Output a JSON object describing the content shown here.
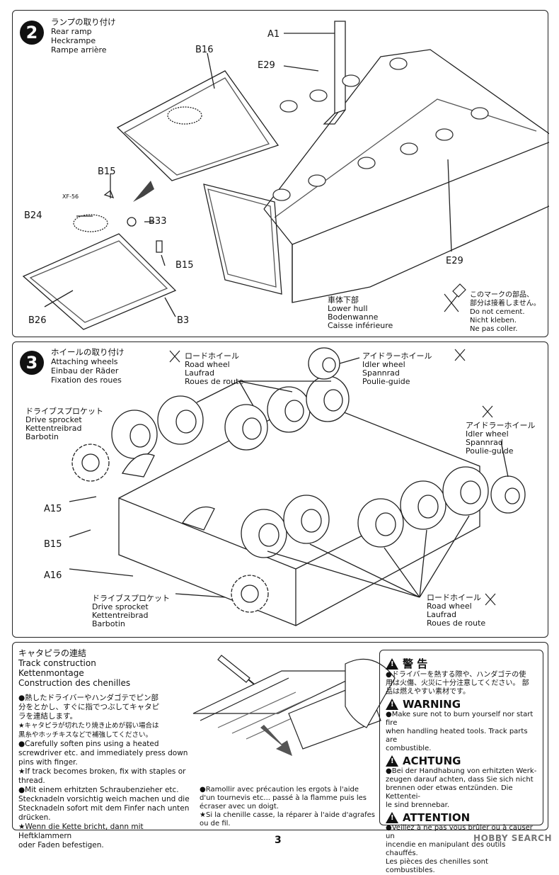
{
  "step2": {
    "number": "2",
    "title_jp": "ランプの取り付け",
    "title_en": "Rear ramp",
    "title_de": "Heckrampe",
    "title_fr": "Rampe arrière",
    "parts": [
      "A1",
      "E29",
      "B16",
      "B15",
      "XF-56",
      "B24",
      "B33",
      "B15",
      "B26",
      "B3",
      "E29"
    ],
    "hull_label": [
      "車体下部",
      "Lower hull",
      "Bodenwanne",
      "Caisse inférieure"
    ],
    "nocement_note": [
      "このマークの部品、",
      "部分は接着しません。",
      "Do not cement.",
      "Nicht kleben.",
      "Ne pas coller."
    ]
  },
  "step3": {
    "number": "3",
    "title_jp": "ホイールの取り付け",
    "title_en": "Attaching wheels",
    "title_de": "Einbau der Räder",
    "title_fr": "Fixation des roues",
    "road_wheel_top": [
      "ロードホイール",
      "Road wheel",
      "Laufrad",
      "Roues de route"
    ],
    "idler_top": [
      "アイドラーホイール",
      "Idler wheel",
      "Spannrad",
      "Poulie-guide"
    ],
    "idler_right": [
      "アイドラーホイール",
      "Idler wheel",
      "Spannrad",
      "Poulie-guide"
    ],
    "sprocket_left": [
      "ドライブスプロケット",
      "Drive sprocket",
      "Kettentreibrad",
      "Barbotin"
    ],
    "sprocket_bottom": [
      "ドライブスプロケット",
      "Drive sprocket",
      "Kettentreibrad",
      "Barbotin"
    ],
    "road_wheel_bottom": [
      "ロードホイール",
      "Road wheel",
      "Laufrad",
      "Roues de route"
    ],
    "parts": [
      "A15",
      "B15",
      "A16"
    ]
  },
  "track": {
    "title_jp": "キャタピラの連結",
    "title_en": "Track construction",
    "title_de": "Kettenmontage",
    "title_fr": "Construction des chenilles",
    "col1": [
      "●熱したドライバーやハンダゴテでピン部",
      "分をとかし、すぐに指でつぶしてキャタピ",
      "ラを連結します。",
      "★キャタピラが切れたり焼き止めが弱い場合は",
      "黒糸やホッチキスなどで補強してください。",
      "●Carefully soften pins using a heated",
      "screwdriver etc. and immediately press down",
      "pins with finger.",
      "★If track becomes broken, fix with staples or",
      "thread.",
      "●Mit einem erhitzten Schraubenzieher etc.",
      "Stecknadeln vorsichtig weich machen und die",
      "Stecknadeln sofort mit dem Finfer nach unten",
      "drücken.",
      "★Wenn die Kette bricht, dann mit Heftklammern",
      "oder Faden befestigen."
    ],
    "col2": [
      "●Ramollir avec précaution les ergots à l'aide",
      "d'un tournevis etc... passé à la flamme puis les",
      "écraser avec un doigt.",
      "★Si la chenille casse, la réparer à l'aide d'agrafes",
      "ou de fil."
    ]
  },
  "warnings": [
    {
      "head": "警 告",
      "text": [
        "●ドライバーを熱する際や、ハンダゴテの使",
        "用は火傷、火災に十分注意してください。 部",
        "品は燃えやすい素材です。"
      ]
    },
    {
      "head": "WARNING",
      "text": [
        "●Make sure not to burn yourself nor start fire",
        "when handling heated tools. Track parts are",
        "combustible."
      ]
    },
    {
      "head": "ACHTUNG",
      "text": [
        "●Bei der Handhabung von erhitzten Werk-",
        "zeugen darauf achten, dass Sie sich nicht",
        "brennen oder etwas entzünden. Die Kettentei-",
        "le sind brennebar."
      ]
    },
    {
      "head": "ATTENTION",
      "text": [
        "●Veillez à ne pas vous brûler ou à causer un",
        "incendie en manipulant des outils chauffés.",
        "Les pièces des chenilles sont combustibles."
      ]
    }
  ],
  "page_number": "3",
  "watermark": "HOBBY SEARCH"
}
